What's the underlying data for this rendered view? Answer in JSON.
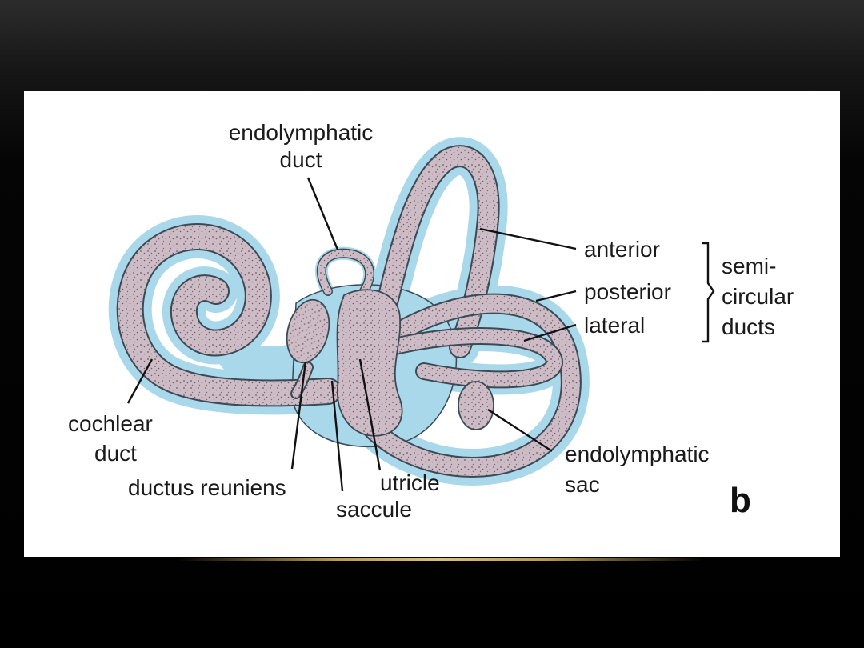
{
  "labels": {
    "endolymphatic_duct_1": "endolymphatic",
    "endolymphatic_duct_2": "duct",
    "anterior": "anterior",
    "posterior": "posterior",
    "lateral": "lateral",
    "semi": "semi-",
    "circular": "circular",
    "ducts": "ducts",
    "cochlear_1": "cochlear",
    "cochlear_2": "duct",
    "endolymphatic_sac_1": "endolymphatic",
    "endolymphatic_sac_2": "sac",
    "ductus_reuniens": "ductus reuniens",
    "utricle": "utricle",
    "saccule": "saccule",
    "panel_letter": "b"
  },
  "colors": {
    "membrane": "#a9d8ea",
    "membrane_edge": "#3a4a55",
    "endolymph": "#cdbcc6",
    "stipple": "#6d5a66",
    "background": "#000000",
    "accent_line": "#c9ad6a"
  }
}
